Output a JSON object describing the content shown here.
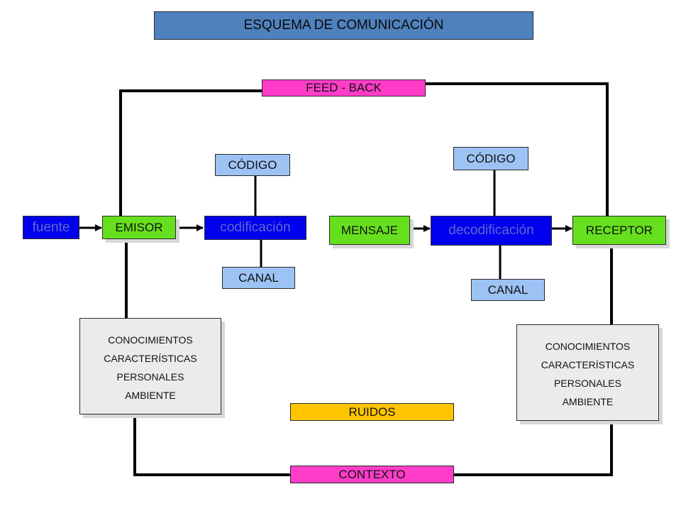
{
  "title": "ESQUEMA DE COMUNICACIÓN",
  "feedback": "FEED - BACK",
  "codigo_left": "CÓDIGO",
  "codigo_right": "CÓDIGO",
  "fuente": "fuente",
  "emisor": "EMISOR",
  "codificacion": "codificación",
  "mensaje": "MENSAJE",
  "decodificacion": "decodificación",
  "receptor": "RECEPTOR",
  "canal_left": "CANAL",
  "canal_right": "CANAL",
  "info_left": [
    "CONOCIMIENTOS",
    "CARACTERÍSTICAS",
    "PERSONALES",
    "AMBIENTE"
  ],
  "info_right": [
    "CONOCIMIENTOS",
    "CARACTERÍSTICAS",
    "PERSONALES",
    "AMBIENTE"
  ],
  "ruidos": "RUIDOS",
  "contexto": "CONTEXTO",
  "colors": {
    "title": "#4f81bd",
    "feedback_contexto": "#ff3dc8",
    "codigo_canal": "#9dc3f4",
    "process": "#0000ee",
    "actors": "#66e01e",
    "ruidos": "#ffc400",
    "info": "#ebebeb"
  }
}
